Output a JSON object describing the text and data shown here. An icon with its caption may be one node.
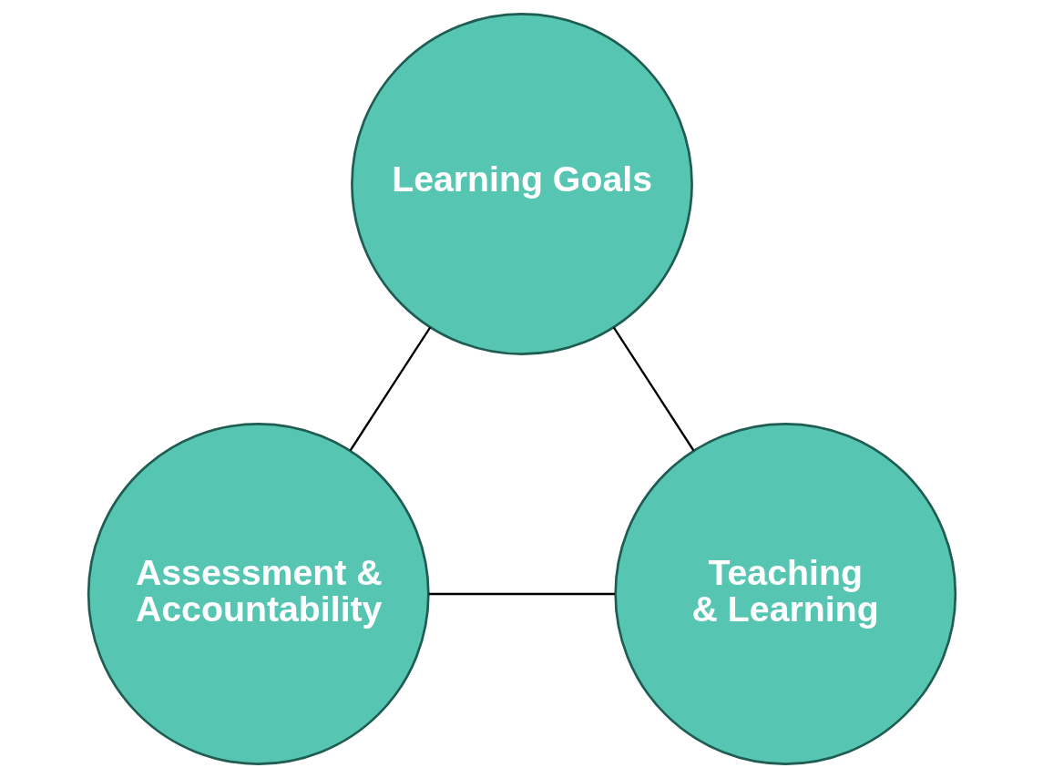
{
  "diagram": {
    "nodes": [
      {
        "text": [
          "Learning Goals"
        ]
      },
      {
        "text": [
          "Assessment & Accountability"
        ]
      },
      {
        "text": [
          "Teaching & Learning"
        ]
      }
    ],
    "edges": [
      {
        "from": 0,
        "to": 1,
        "arrow": "none"
      },
      {
        "from": 0,
        "to": 2,
        "arrow": "none"
      },
      {
        "from": 1,
        "to": 2,
        "arrow": "none"
      }
    ]
  }
}
